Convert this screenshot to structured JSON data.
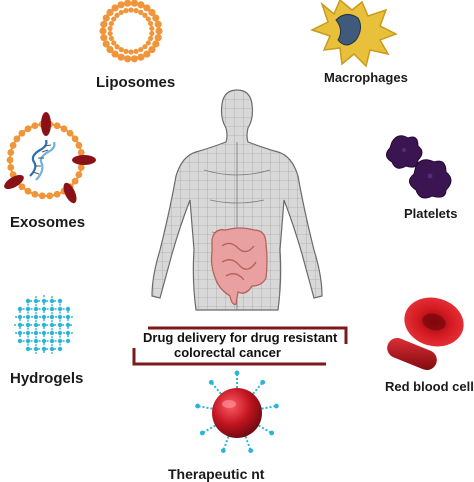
{
  "labels": {
    "liposomes": "Liposomes",
    "macrophages": "Macrophages",
    "exosomes": "Exosomes",
    "platelets": "Platelets",
    "hydrogels": "Hydrogels",
    "red_blood_cells": "Red blood cells",
    "therapeutic": "Therapeutic nt"
  },
  "center_caption": {
    "line1": "Drug delivery for drug resistant",
    "line2": "colorectal cancer"
  },
  "colors": {
    "liposome_orange": "#f0953a",
    "bracket_maroon": "#7a1a1a",
    "macrophage_yellow": "#e8c03a",
    "macrophage_nucleus": "#3f5a7a",
    "platelet_purple": "#3b1552",
    "rbc_red": "#c8151b",
    "hydrogel_blue": "#2bb5d6",
    "nanoparticle_red": "#b01020",
    "body_mesh_gray": "#9a9a9a",
    "intestine_pink": "#e8a0a0"
  },
  "icons": [
    "liposome-icon",
    "macrophage-icon",
    "exosome-icon",
    "dna-icon",
    "platelet-icon",
    "hydrogel-icon",
    "red-blood-cell-icon",
    "nanoparticle-icon",
    "human-body-icon",
    "intestine-icon"
  ]
}
